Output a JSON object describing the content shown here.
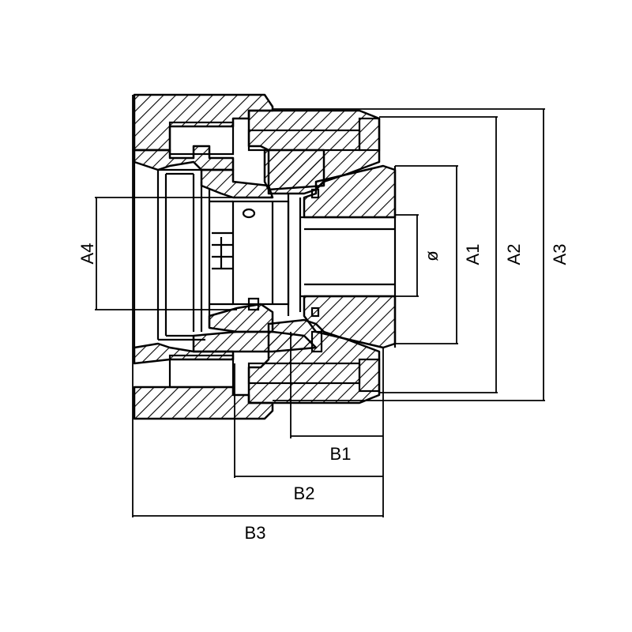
{
  "dimensions": {
    "A1": "A1",
    "A2": "A2",
    "A3": "A3",
    "A4": "A4",
    "phi": "ø",
    "B1": "B1",
    "B2": "B2",
    "B3": "B3"
  },
  "colors": {
    "line": "#000000",
    "background": "#ffffff"
  }
}
